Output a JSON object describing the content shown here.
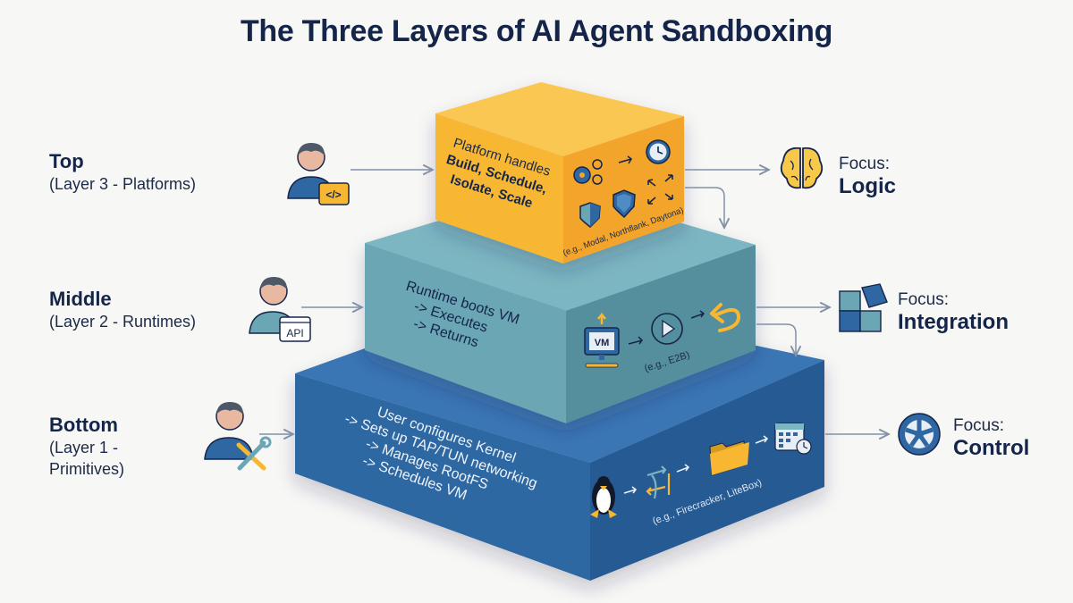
{
  "title": "The Three Layers of AI Agent Sandboxing",
  "layers": [
    {
      "id": "top",
      "label": "Top",
      "sublabel": "(Layer 3 - Platforms)",
      "persona_icon": "developer-code-icon",
      "persona_badge": "</>",
      "box_color": "#f7b733",
      "front_text_line1": "Platform handles",
      "front_text_bold1": "Build, Schedule,",
      "front_text_bold2": "Isolate, Scale",
      "side_icons": [
        "gears-icon",
        "clock-icon",
        "shield-icon",
        "shield-icon",
        "expand-arrows-icon"
      ],
      "examples": "(e.g., Modal, Northflank, Daytona)",
      "focus_prefix": "Focus:",
      "focus_value": "Logic",
      "focus_icon": "brain-icon"
    },
    {
      "id": "middle",
      "label": "Middle",
      "sublabel": "(Layer 2 - Runtimes)",
      "persona_icon": "developer-api-icon",
      "persona_badge": "API",
      "box_color": "#6aa6b4",
      "front_lines": [
        "Runtime boots VM",
        "-> Executes",
        "-> Returns"
      ],
      "side_icons": [
        "vm-monitor-icon",
        "play-icon",
        "return-arrow-icon"
      ],
      "vm_label": "VM",
      "examples": "(e.g., E2B)",
      "focus_prefix": "Focus:",
      "focus_value": "Integration",
      "focus_icon": "puzzle-icon"
    },
    {
      "id": "bottom",
      "label": "Bottom",
      "sublabel_line1": "(Layer 1 -",
      "sublabel_line2": "Primitives)",
      "persona_icon": "developer-tools-icon",
      "box_color": "#2f67a3",
      "front_lines": [
        "User configures Kernel",
        "-> Sets up TAP/TUN networking",
        "-> Manages RootFS",
        "-> Schedules VM"
      ],
      "side_icons": [
        "linux-penguin-icon",
        "network-arrows-icon",
        "folder-icon",
        "calendar-clock-icon"
      ],
      "examples": "(e.g., Firecracker, LiteBox)",
      "focus_prefix": "Focus:",
      "focus_value": "Control",
      "focus_icon": "wheel-icon"
    }
  ],
  "colors": {
    "navy": "#15254a",
    "yellow": "#f7b733",
    "teal": "#6aa6b4",
    "blue": "#2f67a3",
    "arrow": "#8290a6"
  }
}
